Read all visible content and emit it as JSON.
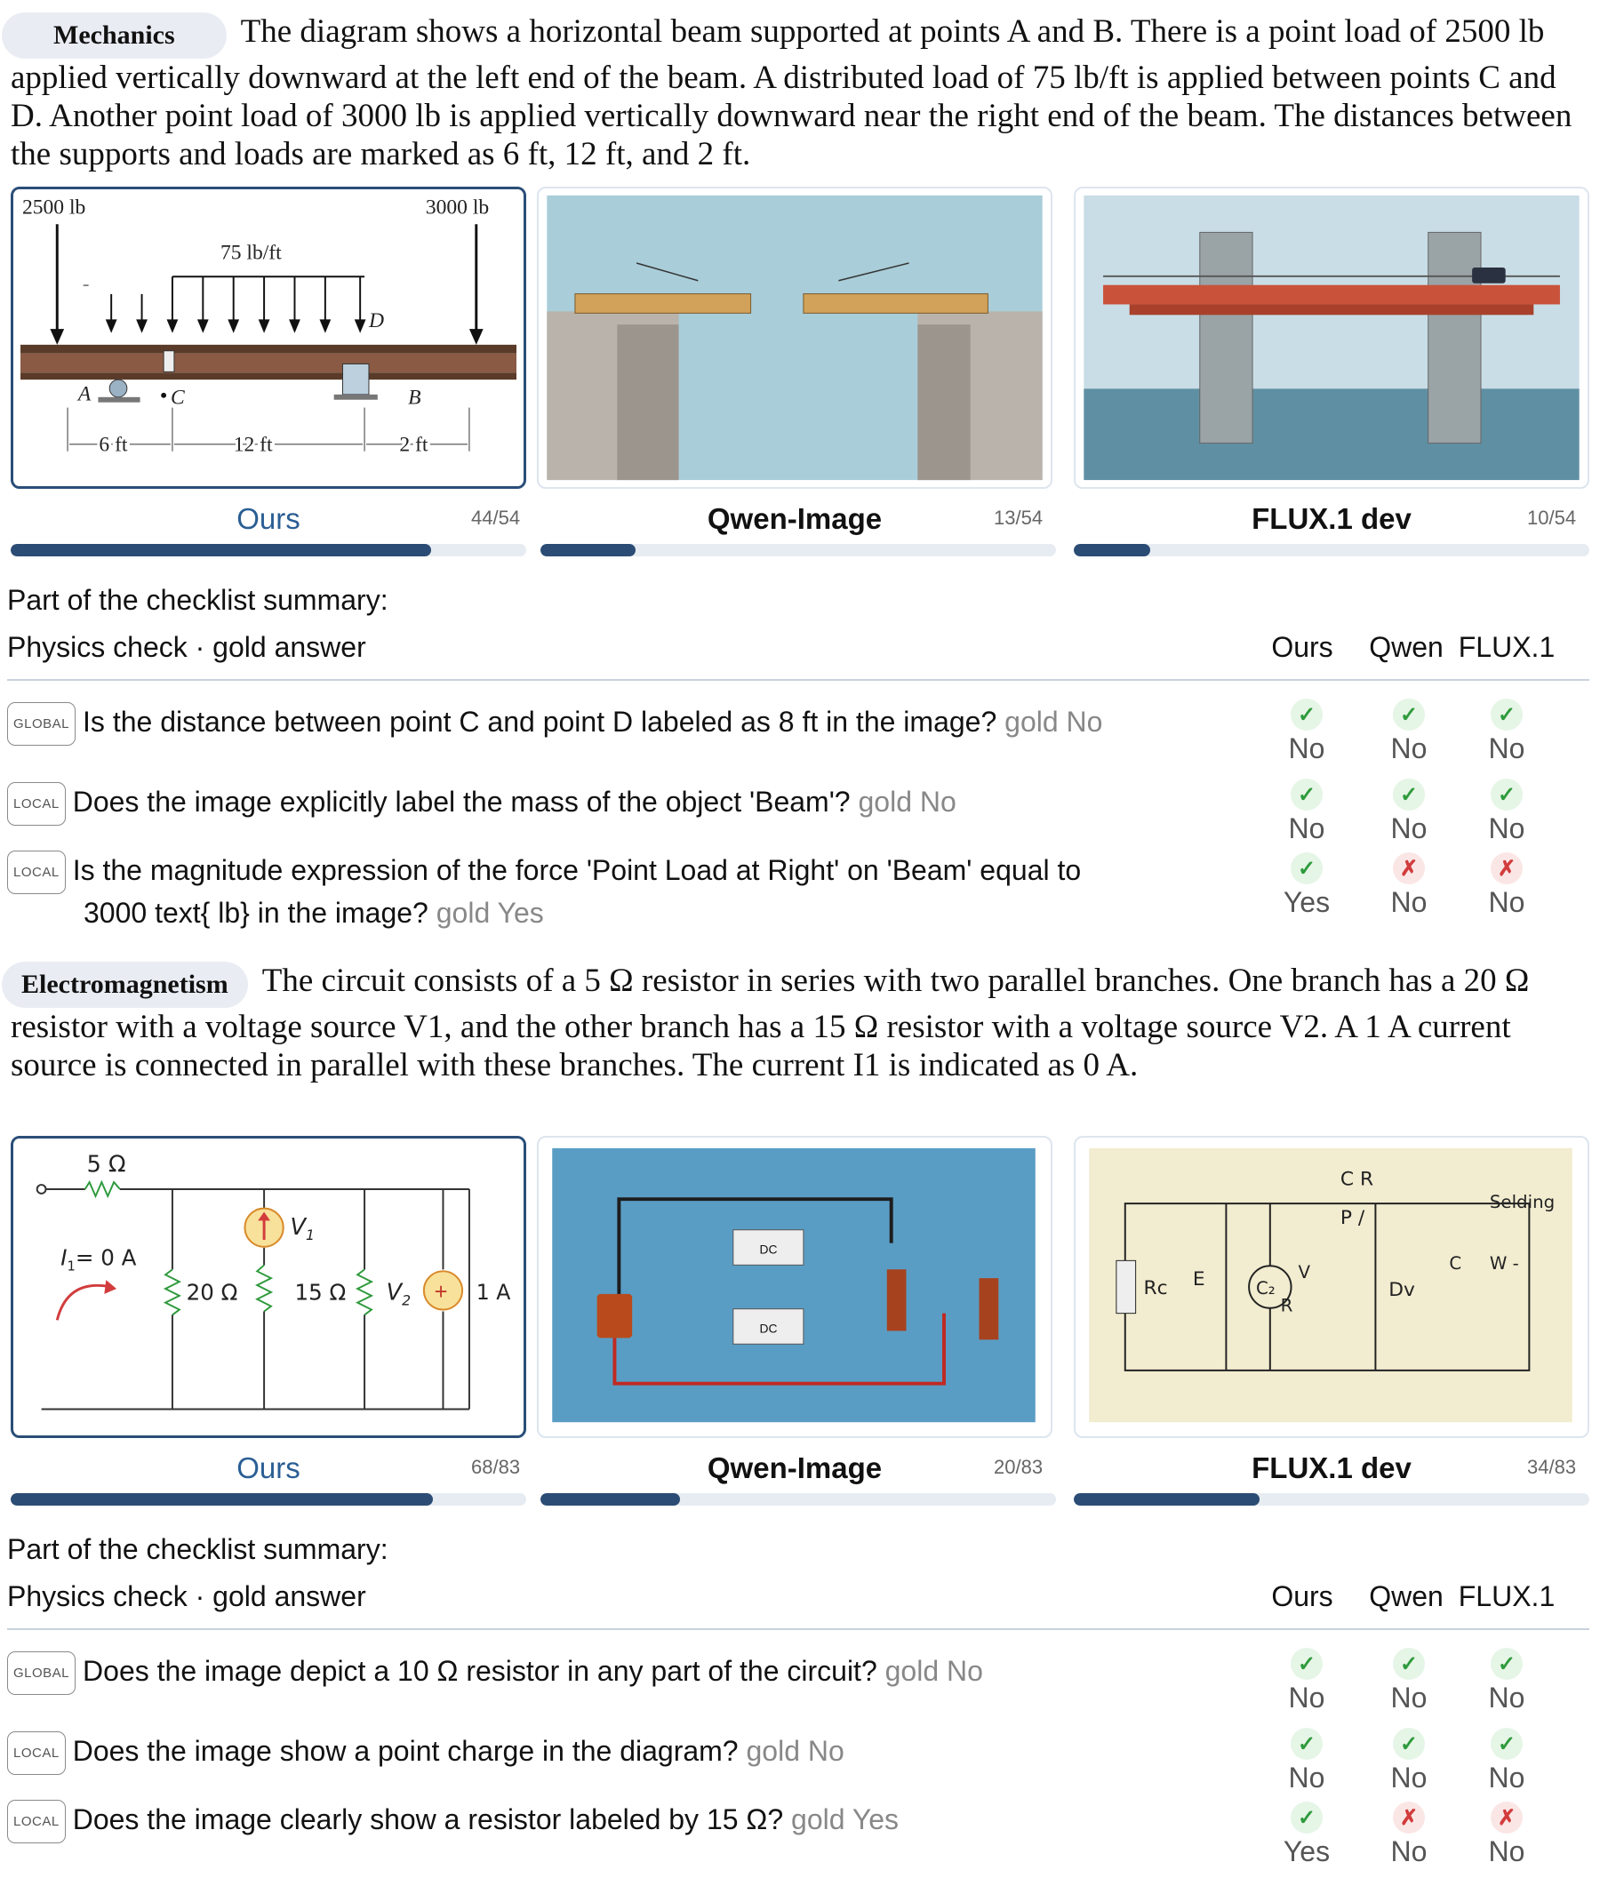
{
  "sections": [
    {
      "topic": "Mechanics",
      "prompt": "The diagram shows a horizontal beam supported at points A and B. There is a point load of 2500 lb applied vertically downward at the left end of the beam. A distributed load of 75 lb/ft is applied between points C and D. Another point load of 3000 lb is applied vertically downward near the right end of the beam. The distances between the supports and loads are marked as 6 ft, 12 ft, and 2 ft.",
      "diagram": {
        "load_left": "2500 lb",
        "load_right": "3000 lb",
        "dist_load": "75 lb/ft",
        "pt_a": "A",
        "pt_b": "B",
        "pt_c": "C",
        "pt_d": "D",
        "d1": "6 ft",
        "d2": "12 ft",
        "d3": "2 ft"
      },
      "models": [
        {
          "name": "Ours",
          "score": "44/54",
          "fraction": 0.815
        },
        {
          "name": "Qwen-Image",
          "score": "13/54",
          "fraction": 0.185
        },
        {
          "name": "FLUX.1 dev",
          "score": "10/54",
          "fraction": 0.148
        }
      ],
      "summary_title": "Part of the checklist summary:",
      "check_header": "Physics check · gold answer",
      "columns": [
        "Ours",
        "Qwen",
        "FLUX.1"
      ],
      "checks": [
        {
          "tag": "GLOBAL",
          "question": "Is the distance between point C and point D labeled as 8 ft in the image?",
          "gold": "gold No",
          "answers": [
            {
              "ok": true,
              "text": "No"
            },
            {
              "ok": true,
              "text": "No"
            },
            {
              "ok": true,
              "text": "No"
            }
          ]
        },
        {
          "tag": "LOCAL",
          "question": "Does the image explicitly label the mass of the object 'Beam'?",
          "gold": "gold No",
          "answers": [
            {
              "ok": true,
              "text": "No"
            },
            {
              "ok": true,
              "text": "No"
            },
            {
              "ok": true,
              "text": "No"
            }
          ]
        },
        {
          "tag": "LOCAL",
          "question": "Is the magnitude expression of the force 'Point Load at Right' on 'Beam' equal to",
          "question2": "3000 text{ lb} in the image?",
          "gold": "gold Yes",
          "answers": [
            {
              "ok": true,
              "text": "Yes"
            },
            {
              "ok": false,
              "text": "No"
            },
            {
              "ok": false,
              "text": "No"
            }
          ]
        }
      ]
    },
    {
      "topic": "Electromagnetism",
      "prompt": "The circuit consists of a 5 Ω resistor in series with two parallel branches. One branch has a 20 Ω resistor with a voltage source V1, and the other branch has a 15 Ω resistor with a voltage source V2. A 1 A current source is connected in parallel with these branches. The current I1 is indicated as 0 A.",
      "diagram": {
        "r5": "5 Ω",
        "r20": "20 Ω",
        "r15": "15 Ω",
        "v1": "V",
        "v1sub": "1",
        "v2": "V",
        "v2sub": "2",
        "i1": "I",
        "i1sub": "1",
        "i1val": "= 0 A",
        "isrc": "1 A",
        "qwen_dc": "DC",
        "flux_cr": "C R",
        "flux_p": "P /",
        "flux_selding": "Selding",
        "flux_rc": "Rc",
        "flux_e": "E",
        "flux_c2": "C₂",
        "flux_v": "V",
        "flux_r": "R",
        "flux_dv": "Dv",
        "flux_c": "C",
        "flux_w": "W -"
      },
      "models": [
        {
          "name": "Ours",
          "score": "68/83",
          "fraction": 0.819
        },
        {
          "name": "Qwen-Image",
          "score": "20/83",
          "fraction": 0.271
        },
        {
          "name": "FLUX.1 dev",
          "score": "34/83",
          "fraction": 0.36
        }
      ],
      "summary_title": "Part of the checklist summary:",
      "check_header": "Physics check · gold answer",
      "columns": [
        "Ours",
        "Qwen",
        "FLUX.1"
      ],
      "checks": [
        {
          "tag": "GLOBAL",
          "question": "Does the image depict a 10 Ω resistor in any part of the circuit?",
          "gold": "gold No",
          "answers": [
            {
              "ok": true,
              "text": "No"
            },
            {
              "ok": true,
              "text": "No"
            },
            {
              "ok": true,
              "text": "No"
            }
          ]
        },
        {
          "tag": "LOCAL",
          "question": "Does the image show a point charge in the diagram?",
          "gold": "gold No",
          "answers": [
            {
              "ok": true,
              "text": "No"
            },
            {
              "ok": true,
              "text": "No"
            },
            {
              "ok": true,
              "text": "No"
            }
          ]
        },
        {
          "tag": "LOCAL",
          "question": "Does the image clearly show a resistor labeled by 15 Ω?",
          "gold": "gold Yes",
          "answers": [
            {
              "ok": true,
              "text": "Yes"
            },
            {
              "ok": false,
              "text": "No"
            },
            {
              "ok": false,
              "text": "No"
            }
          ]
        }
      ]
    }
  ],
  "marks": {
    "ok": "✓",
    "bad": "✗"
  },
  "colors": {
    "accent": "#2b4c74",
    "ok": "#2e9a3c",
    "bad": "#d23c3c",
    "pill": "#e9edf3"
  }
}
